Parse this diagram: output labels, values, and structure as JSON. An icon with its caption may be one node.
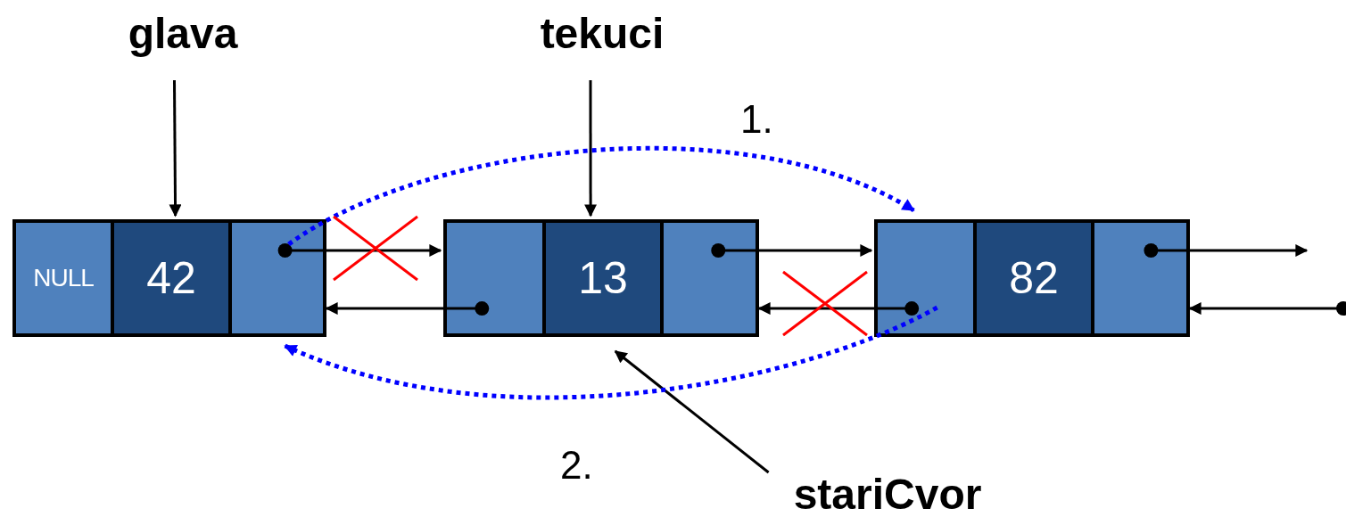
{
  "diagram": {
    "nodes": [
      {
        "text": [
          "glava"
        ]
      },
      {
        "text": [
          "tekuci"
        ]
      },
      {
        "text": [
          "stariCvor"
        ]
      },
      {
        "text": [
          "NULL"
        ]
      },
      {
        "text": [
          "42"
        ]
      },
      {
        "text": [],
        "shape": "box"
      },
      {
        "text": [],
        "shape": "box"
      },
      {
        "text": [
          "13"
        ]
      },
      {
        "text": [],
        "shape": "box"
      },
      {
        "text": [],
        "shape": "box"
      },
      {
        "text": [
          "82"
        ]
      },
      {
        "text": [],
        "shape": "box"
      }
    ],
    "edges": [
      {
        "from": 0,
        "to": 4,
        "arrow": "to"
      },
      {
        "from": 1,
        "to": 7,
        "arrow": "to"
      },
      {
        "from": 2,
        "to": 7,
        "arrow": "to"
      },
      {
        "from": 5,
        "to": 6,
        "arrow": "to"
      },
      {
        "from": 6,
        "to": 5,
        "arrow": "to"
      },
      {
        "from": 8,
        "to": 9,
        "arrow": "to"
      },
      {
        "from": 9,
        "to": 8,
        "arrow": "to"
      },
      {
        "from": 11,
        "to": null,
        "arrow": "to"
      },
      {
        "from": null,
        "to": 11,
        "arrow": "to"
      },
      {
        "from": 5,
        "to": 9,
        "arrow": "to",
        "label": "1.",
        "style": "dashed",
        "color": "#0000ff"
      },
      {
        "from": 9,
        "to": 5,
        "arrow": "to",
        "label": "2.",
        "style": "dashed",
        "color": "#0000ff"
      }
    ]
  }
}
